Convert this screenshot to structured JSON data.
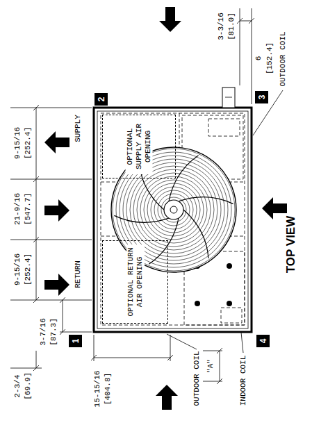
{
  "diagram": {
    "title": "TOP VIEW",
    "nodes": [
      {
        "text": [
          "2"
        ]
      },
      {
        "text": [
          "3"
        ]
      },
      {
        "text": [
          "OPTIONAL SUPPLY AIR OPENING"
        ]
      },
      {
        "text": [
          "OPTIONAL RETURN AIR OPENING"
        ]
      },
      {
        "text": [
          "1"
        ]
      },
      {
        "text": [
          "4"
        ]
      }
    ],
    "edges": [],
    "labels": [
      "9-15/16",
      "[252.4]",
      "SUPPLY",
      "21-9/16",
      "[547.7]",
      "9-15/16",
      "[252.4]",
      "RETURN",
      "3-7/16",
      "[87.3]",
      "2-3/4",
      "[69.9]",
      "15-15/16",
      "[404.8]",
      "OUTDOOR COIL",
      "\"A\"",
      "INDOOR COIL",
      "3-3/16",
      "[81.0]",
      "6",
      "[152.4]",
      "OUTDOOR COIL"
    ]
  }
}
